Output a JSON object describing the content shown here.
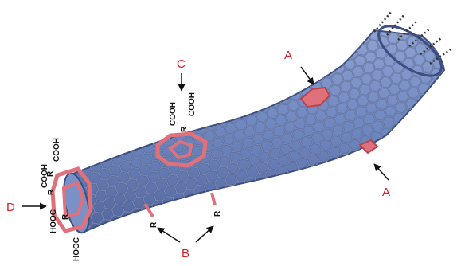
{
  "colors": {
    "tube": "#6f86bd",
    "tube_light": "#a9b8dc",
    "tube_dark": "#3d4f80",
    "defect": "#e0707a",
    "label_red": "#d8202a",
    "text": "#111111"
  },
  "labels": {
    "A": "A",
    "B": "B",
    "C": "C",
    "D": "D"
  },
  "groups": {
    "cooh": "COOH",
    "hooc": "HOOC",
    "r": "R"
  }
}
